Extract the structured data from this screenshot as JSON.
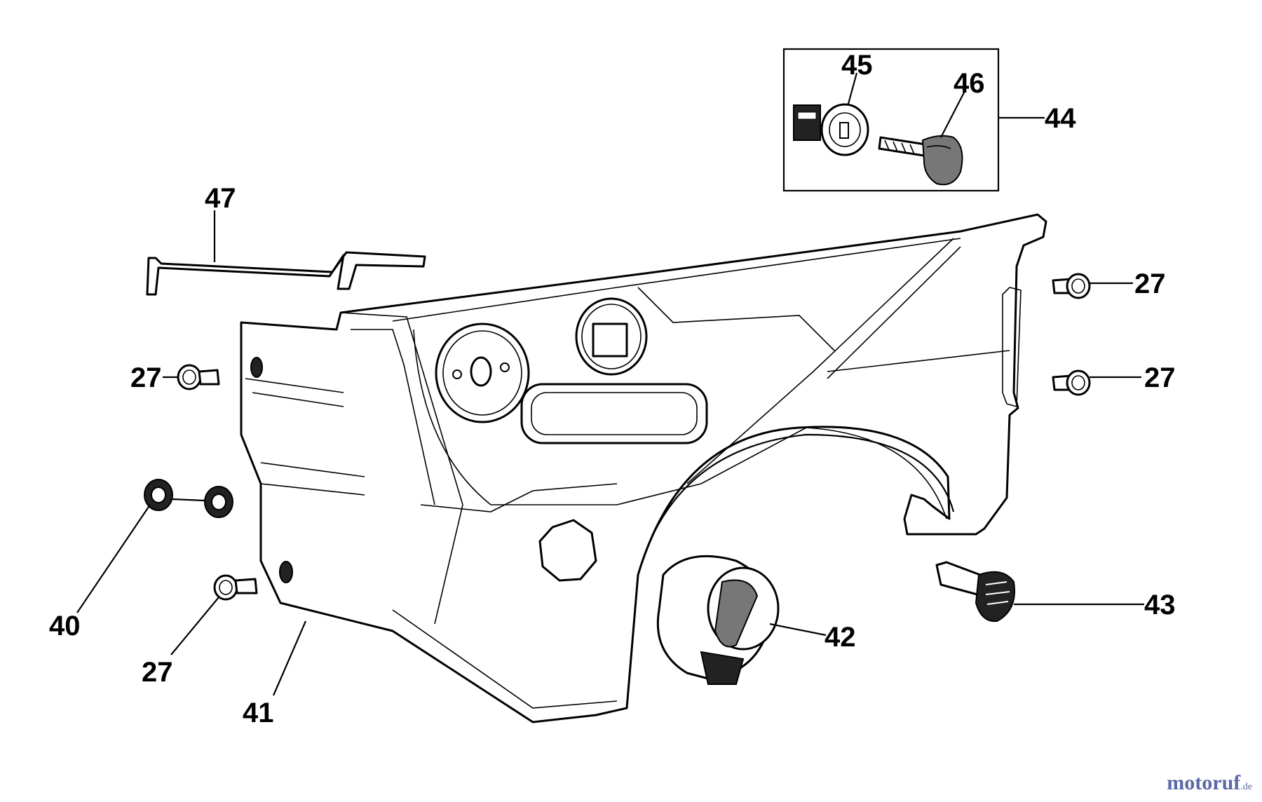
{
  "callouts": {
    "c27a": "27",
    "c27b": "27",
    "c27c": "27",
    "c27d": "27",
    "c40": "40",
    "c41": "41",
    "c42": "42",
    "c43": "43",
    "c44": "44",
    "c45": "45",
    "c46": "46",
    "c47": "47"
  },
  "watermark": {
    "brand": "motoruf",
    "tld": ".de"
  },
  "colors": {
    "line": "#000000",
    "watermark": "#5b6aa6"
  }
}
